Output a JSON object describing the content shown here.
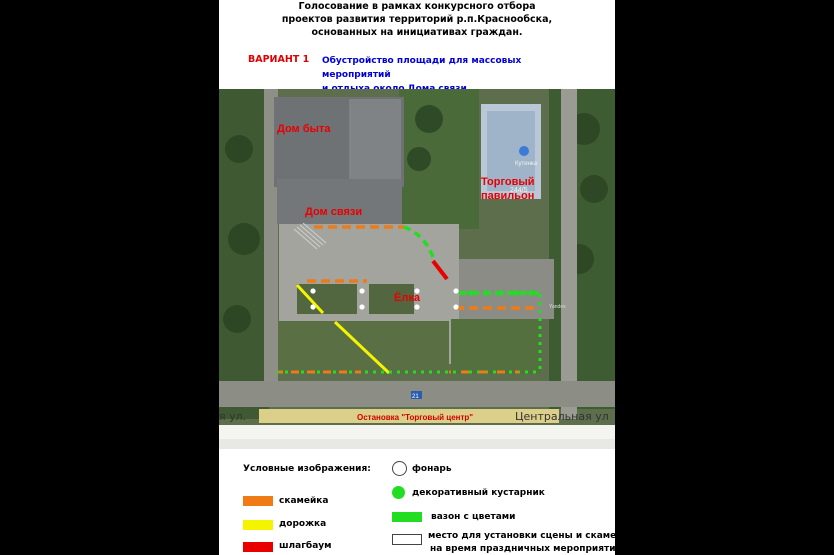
{
  "header": {
    "title_lines": [
      "Голосование в рамках конкурсного отбора",
      "проектов развития территорий р.п.Краснообска,",
      "основанных на инициативах граждан."
    ],
    "variant": "ВАРИАНТ 1",
    "description_lines": [
      "Обустройство площади для массовых мероприятий",
      "и отдыха  около Дома связи."
    ]
  },
  "map": {
    "labels": {
      "dom_byta": "Дом быта",
      "dom_svyazi": "Дом связи",
      "torgovy_1": "Торговый",
      "torgovy_2": "павильон",
      "elka": "Ёлка",
      "kutinka": "Кутинка",
      "address": "244/5",
      "bus_stop": "Остановка \"Торговый центр\"",
      "street_right": "Центральная ул",
      "street_left": "я ул.",
      "road_marker": "21",
      "yandex": "Yandex"
    },
    "colors": {
      "bench": "#f07a16",
      "path": "#f4f400",
      "barrier": "#e80000",
      "shrub": "#22dd22"
    }
  },
  "legend": {
    "title": "Условные изображения:",
    "items": {
      "bench": "скамейка",
      "path": "дорожка",
      "barrier": "шлагбаум",
      "lamp": "фонарь",
      "shrub": "декоративный кустарник",
      "flowerbed": "вазон с цветами",
      "stage_1": "место для установки сцены и скамеек",
      "stage_2": "на время праздничных мероприятий"
    }
  }
}
